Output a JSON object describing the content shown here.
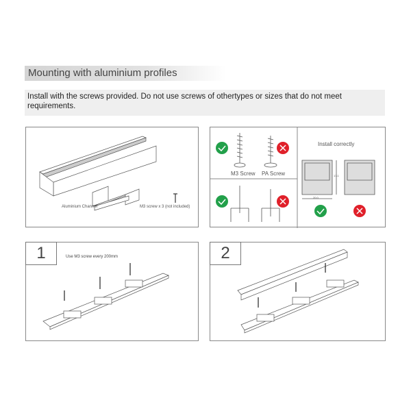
{
  "section_title": "Mounting with aluminium profiles",
  "instruction": "Install with the screws provided.  Do not use screws of othertypes or sizes that do not meet requirements.",
  "parts_panel": {
    "channel_label": "Aluminium Channel",
    "screw_label": "M3 screw x 3 (not included)"
  },
  "screw_panel": {
    "m3_label": "M3 Screw",
    "pa_label": "PA Screw",
    "install_title": "Install correctly",
    "dim_width": "20.0",
    "dim_height": "17.1",
    "ok_color": "#22a04a",
    "bad_color": "#e0202a",
    "ok_icon": "check-circle-icon",
    "bad_icon": "x-circle-icon"
  },
  "steps": [
    {
      "number": "1",
      "text": "Use M3 screw every 200mm"
    },
    {
      "number": "2"
    }
  ]
}
